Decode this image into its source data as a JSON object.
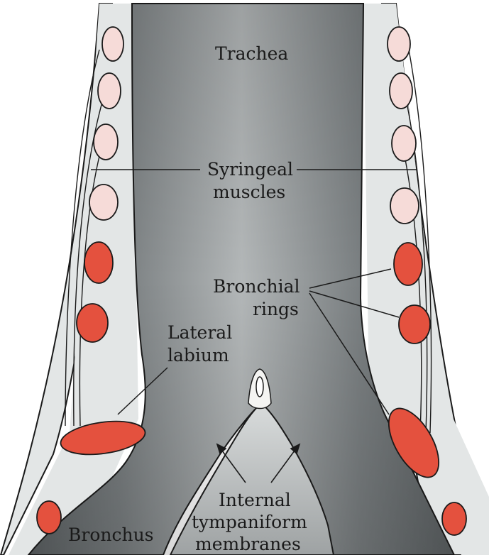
{
  "labels": {
    "trachea": "Trachea",
    "syringeal_1": "Syringeal",
    "syringeal_2": "muscles",
    "bronchial_1": "Bronchial",
    "bronchial_2": "rings",
    "lateral_1": "Lateral",
    "lateral_2": "labium",
    "bronchus": "Bronchus",
    "internal_1": "Internal",
    "internal_2": "tympaniform",
    "internal_3": "membranes"
  },
  "colors": {
    "background": "#ffffff",
    "outer_wall": "#e3e6e6",
    "lumen_dark": "#5f6466",
    "lumen_light": "#a9adae",
    "ring_pale": "#f6dbd8",
    "ring_red": "#e4513e",
    "outline": "#1a1a1a"
  }
}
